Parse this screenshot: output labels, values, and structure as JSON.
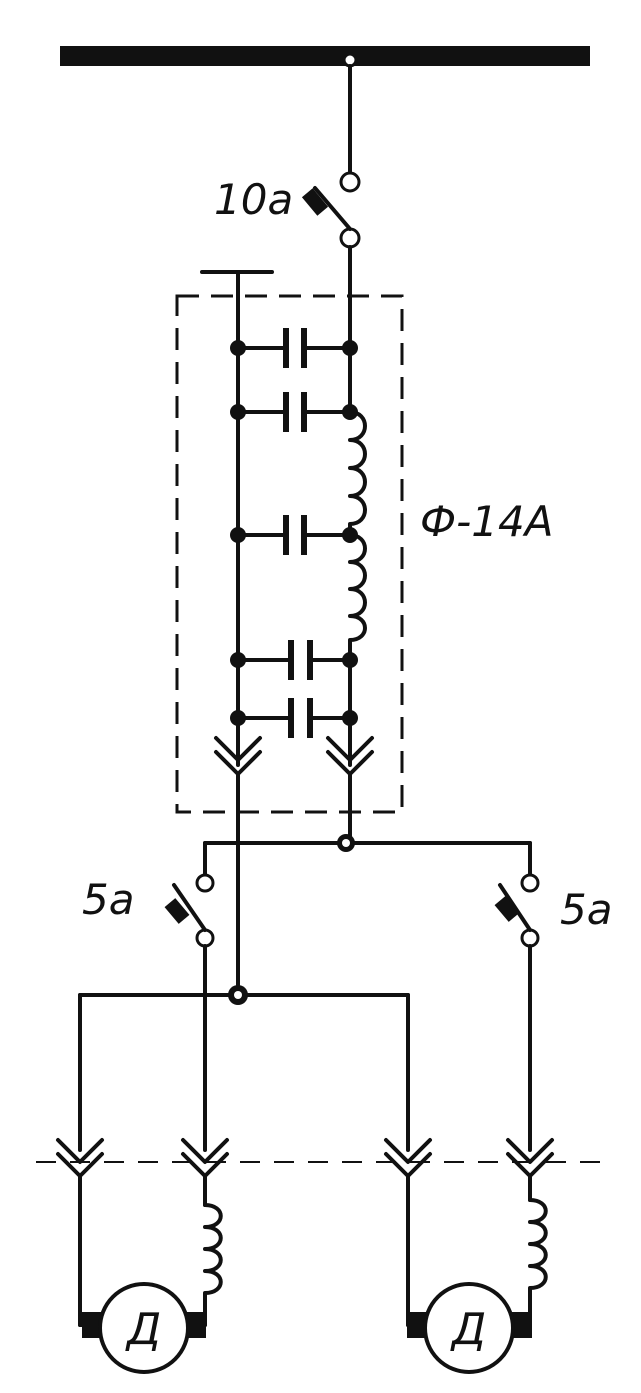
{
  "labels": {
    "main_breaker": "10а",
    "filter": "Ф-14А",
    "left_breaker": "5а",
    "right_breaker": "5а",
    "motor_left": "Д",
    "motor_right": "Д"
  },
  "colors": {
    "ink": "#111111",
    "paper": "#ffffff"
  }
}
